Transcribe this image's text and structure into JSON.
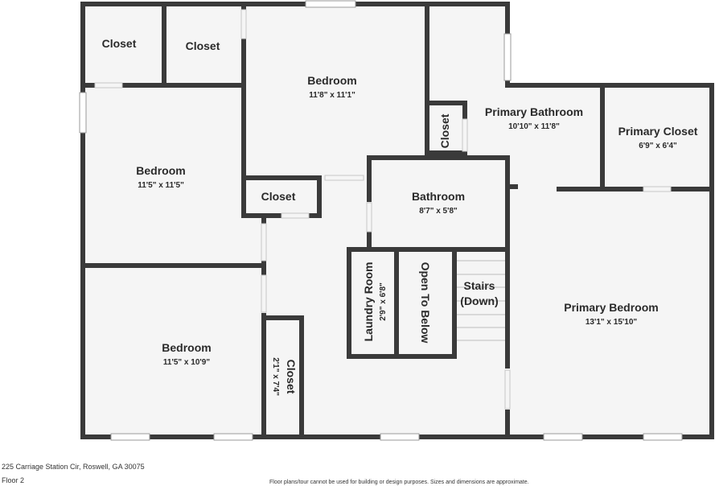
{
  "rooms": [
    {
      "id": "closet-1",
      "name": "Closet",
      "dim": ""
    },
    {
      "id": "closet-2",
      "name": "Closet",
      "dim": ""
    },
    {
      "id": "bedroom-top",
      "name": "Bedroom",
      "dim": "11'8\" x 11'1\""
    },
    {
      "id": "bedroom-left",
      "name": "Bedroom",
      "dim": "11'5\" x 11'5\""
    },
    {
      "id": "closet-hall",
      "name": "Closet",
      "dim": ""
    },
    {
      "id": "bathroom",
      "name": "Bathroom",
      "dim": "8'7\" x 5'8\""
    },
    {
      "id": "closet-vertical",
      "name": "Closet",
      "dim": ""
    },
    {
      "id": "primary-bathroom",
      "name": "Primary Bathroom",
      "dim": "10'10\" x 11'8\""
    },
    {
      "id": "primary-closet",
      "name": "Primary Closet",
      "dim": "6'9\" x 6'4\""
    },
    {
      "id": "laundry-room",
      "name": "Laundry Room",
      "dim": "2'9\" x 6'8\""
    },
    {
      "id": "open-to-below",
      "name": "Open To Below",
      "dim": ""
    },
    {
      "id": "stairs",
      "name": "Stairs",
      "name2": "(Down)",
      "dim": ""
    },
    {
      "id": "primary-bedroom",
      "name": "Primary Bedroom",
      "dim": "13'1\" x 15'10\""
    },
    {
      "id": "bedroom-bottom",
      "name": "Bedroom",
      "dim": "11'5\" x 10'9\""
    },
    {
      "id": "closet-bottom",
      "name": "Closet",
      "dim": "2'1\" x 7'4\""
    }
  ],
  "footer": {
    "address": "225 Carriage Station Cir, Roswell, GA 30075",
    "floor": "Floor 2",
    "disclaimer": "Floor plans/tour cannot be used for building or design purposes. Sizes and dimensions are approximate."
  },
  "colors": {
    "wall": "#3a3a3a",
    "floor": "#f5f5f5",
    "window": "#ffffff"
  }
}
